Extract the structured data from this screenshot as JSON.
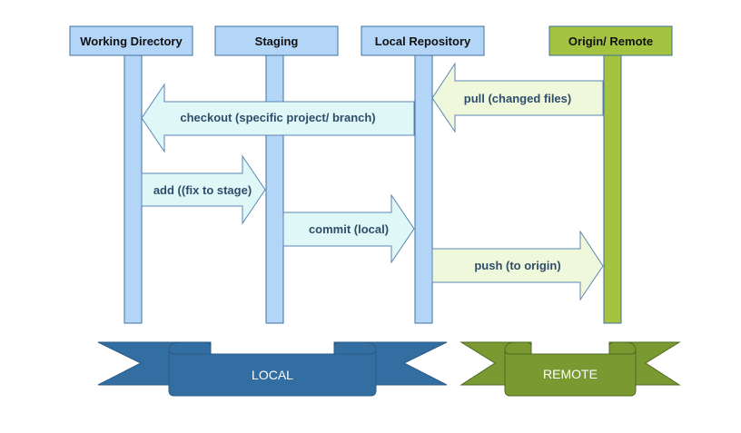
{
  "lanes": [
    {
      "id": "working-directory",
      "label": "Working Directory",
      "fill": "#b3d5f7",
      "stroke": "#41719c"
    },
    {
      "id": "staging",
      "label": "Staging",
      "fill": "#b3d5f7",
      "stroke": "#41719c"
    },
    {
      "id": "local-repository",
      "label": "Local Repository",
      "fill": "#b3d5f7",
      "stroke": "#41719c"
    },
    {
      "id": "origin-remote",
      "label": "Origin/ Remote",
      "fill": "#a4c441",
      "stroke": "#41719c"
    }
  ],
  "arrows": [
    {
      "id": "checkout",
      "label": "checkout (specific project/ branch)",
      "from": "local-repository",
      "to": "working-directory",
      "fill": "#e0f7f7"
    },
    {
      "id": "pull",
      "label": "pull (changed files)",
      "from": "origin-remote",
      "to": "local-repository",
      "fill": "#f0f8dc"
    },
    {
      "id": "add",
      "label": "add ((fix to stage)",
      "from": "working-directory",
      "to": "staging",
      "fill": "#e0f7f7"
    },
    {
      "id": "commit",
      "label": "commit (local)",
      "from": "staging",
      "to": "local-repository",
      "fill": "#e0f7f7"
    },
    {
      "id": "push",
      "label": "push (to origin)",
      "from": "local-repository",
      "to": "origin-remote",
      "fill": "#f0f8dc"
    }
  ],
  "banners": [
    {
      "id": "local",
      "label": "LOCAL",
      "fill": "#336ea3"
    },
    {
      "id": "remote",
      "label": "REMOTE",
      "fill": "#7a9a31"
    }
  ],
  "colors": {
    "arrow_stroke": "#5a86b4",
    "banner_stroke": "#2e5a82",
    "remote_banner_stroke": "#4e6b22"
  }
}
